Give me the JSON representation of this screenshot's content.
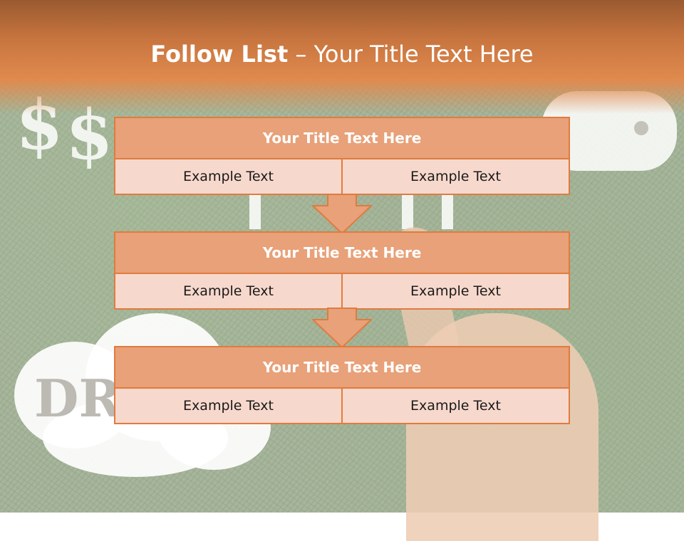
{
  "slide": {
    "title_bold": "Follow List",
    "title_rest": " – Your Title Text Here"
  },
  "background": {
    "symbol_text": "$",
    "cloud_text": "DR"
  },
  "steps": [
    {
      "title": "Your Title Text Here",
      "left": "Example Text",
      "right": "Example Text"
    },
    {
      "title": "Your Title Text Here",
      "left": "Example Text",
      "right": "Example Text"
    },
    {
      "title": "Your Title Text Here",
      "left": "Example Text",
      "right": "Example Text"
    }
  ],
  "colors": {
    "accent": "#e07b3f",
    "header_fill": "#e8a178",
    "cell_fill": "#f7d8cc"
  }
}
